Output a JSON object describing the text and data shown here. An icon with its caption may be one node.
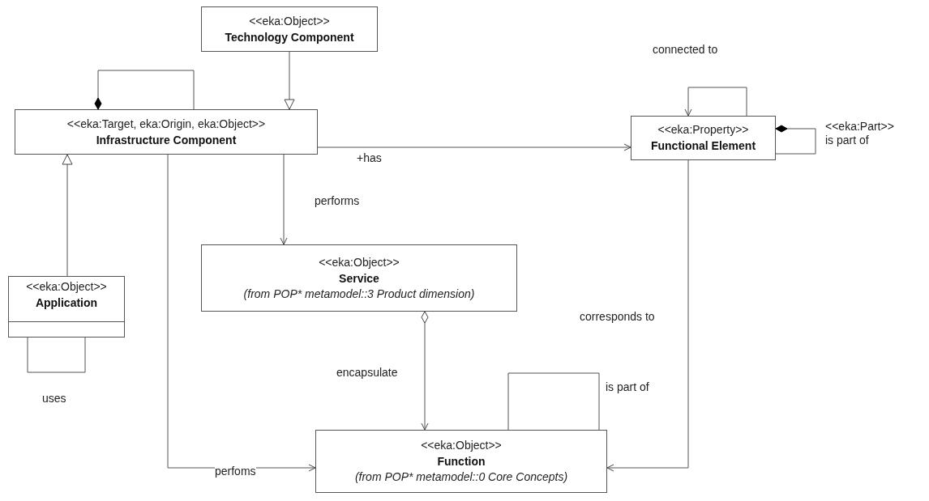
{
  "diagram": {
    "nodes": [
      {
        "text": [
          "<<eka:Object>>",
          "Technology Component"
        ]
      },
      {
        "text": [
          "<<eka:Target, eka:Origin, eka:Object>>",
          "Infrastructure Component"
        ]
      },
      {
        "text": [
          "<<eka:Property>>",
          "Functional Element"
        ]
      },
      {
        "text": [
          "<<eka:Object>>",
          "Application"
        ]
      },
      {
        "text": [
          "<<eka:Object>>",
          "Service",
          "(from POP* metamodel::3 Product dimension)"
        ]
      },
      {
        "text": [
          "<<eka:Object>>",
          "Function",
          "(from POP* metamodel::0 Core Concepts)"
        ]
      }
    ],
    "edges": [
      {
        "from": 0,
        "to": 1,
        "arrow": "to"
      },
      {
        "from": 1,
        "to": 1,
        "arrow": "other"
      },
      {
        "from": 1,
        "to": 2,
        "arrow": "to",
        "label": "+has"
      },
      {
        "from": 2,
        "to": 2,
        "arrow": "to",
        "label": "connected to"
      },
      {
        "from": 2,
        "to": 2,
        "arrow": "other",
        "label": "<<eka:Part>> is part of"
      },
      {
        "from": 3,
        "to": 1,
        "arrow": "to"
      },
      {
        "from": 3,
        "to": 3,
        "arrow": "none",
        "label": "uses"
      },
      {
        "from": 1,
        "to": 4,
        "arrow": "to",
        "label": "performs"
      },
      {
        "from": 4,
        "to": 5,
        "arrow": "to",
        "label": "encapsulate"
      },
      {
        "from": 1,
        "to": 5,
        "arrow": "to",
        "label": "perfoms"
      },
      {
        "from": 5,
        "to": 5,
        "arrow": "none",
        "label": "is part of"
      },
      {
        "from": 2,
        "to": 5,
        "arrow": "to",
        "label": "corresponds to"
      }
    ]
  }
}
